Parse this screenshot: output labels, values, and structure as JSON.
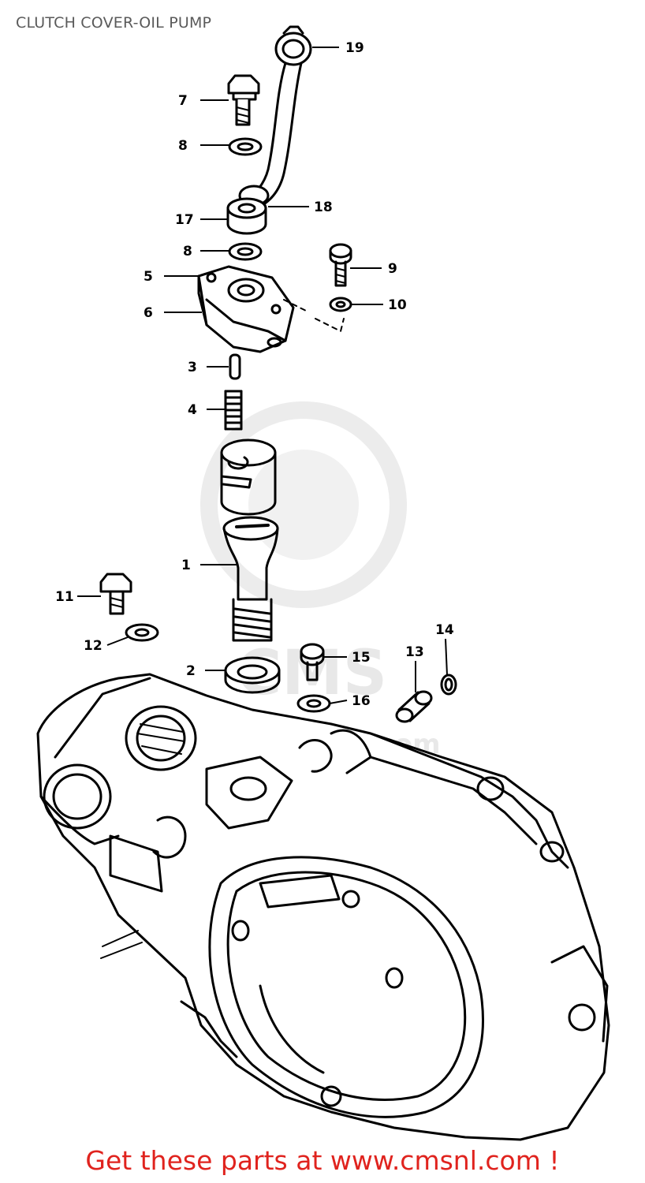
{
  "title": "CLUTCH COVER-OIL PUMP",
  "footer": "Get these parts at www.cmsnl.com !",
  "watermark": {
    "brand": "CMS",
    "site": "www.cmsnl.com"
  },
  "colors": {
    "footer": "#e0231e",
    "title": "#5a5a5a",
    "line": "#000000",
    "watermark": "#e8e8e8"
  },
  "callouts": [
    "1",
    "2",
    "3",
    "4",
    "5",
    "6",
    "7",
    "8",
    "8",
    "9",
    "10",
    "11",
    "12",
    "13",
    "14",
    "15",
    "16",
    "17",
    "18",
    "19"
  ]
}
